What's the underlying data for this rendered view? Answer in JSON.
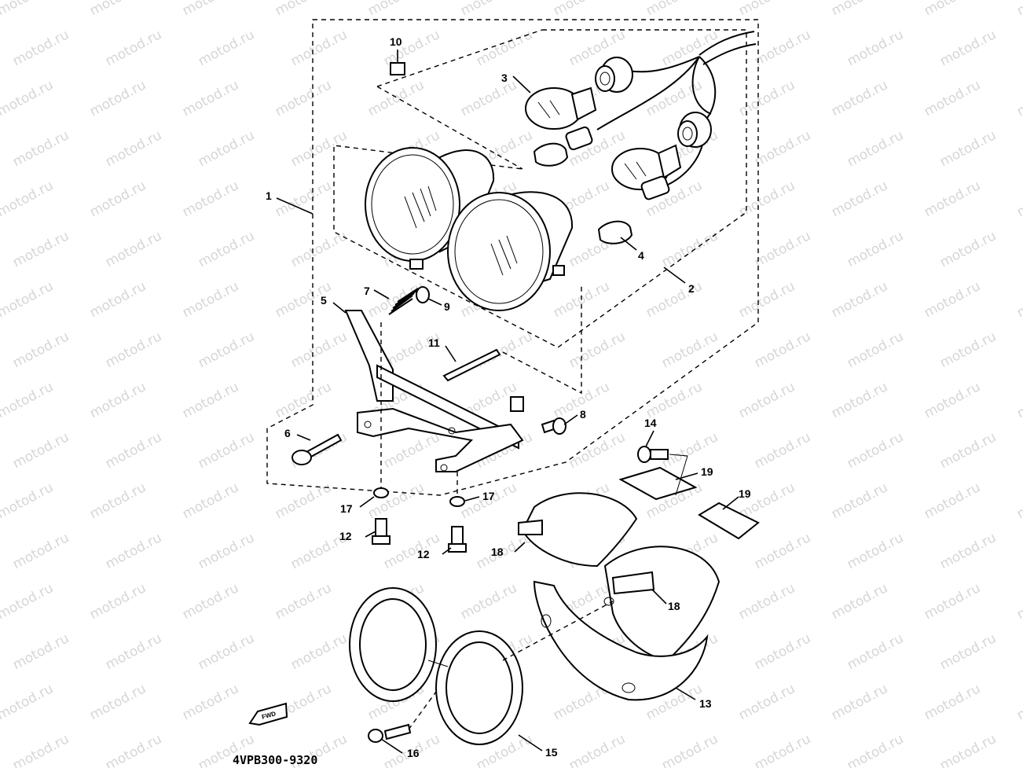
{
  "diagram": {
    "watermark_text": "motod.ru",
    "part_code": "4VPB300-9320",
    "fwd_label": "FWD",
    "callouts": [
      {
        "id": "c1",
        "label": "1"
      },
      {
        "id": "c2",
        "label": "2"
      },
      {
        "id": "c3",
        "label": "3"
      },
      {
        "id": "c4",
        "label": "4"
      },
      {
        "id": "c5",
        "label": "5"
      },
      {
        "id": "c6",
        "label": "6"
      },
      {
        "id": "c7",
        "label": "7"
      },
      {
        "id": "c8",
        "label": "8"
      },
      {
        "id": "c9",
        "label": "9"
      },
      {
        "id": "c10",
        "label": "10"
      },
      {
        "id": "c11",
        "label": "11"
      },
      {
        "id": "c12a",
        "label": "12"
      },
      {
        "id": "c12b",
        "label": "12"
      },
      {
        "id": "c13",
        "label": "13"
      },
      {
        "id": "c14",
        "label": "14"
      },
      {
        "id": "c15",
        "label": "15"
      },
      {
        "id": "c16",
        "label": "16"
      },
      {
        "id": "c17a",
        "label": "17"
      },
      {
        "id": "c17b",
        "label": "17"
      },
      {
        "id": "c18a",
        "label": "18"
      },
      {
        "id": "c18b",
        "label": "18"
      },
      {
        "id": "c19a",
        "label": "19"
      },
      {
        "id": "c19b",
        "label": "19"
      }
    ]
  }
}
